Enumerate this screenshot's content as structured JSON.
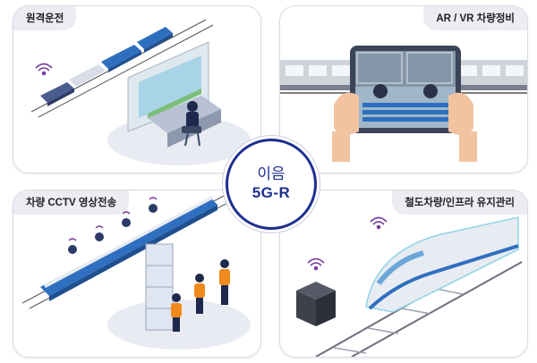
{
  "panels": {
    "remote": {
      "title": "원격운전"
    },
    "arvr": {
      "title": "AR / VR 차량정비"
    },
    "cctv": {
      "title": "차량 CCTV 영상전송"
    },
    "infra": {
      "title": "철도차량/인프라 유지관리"
    }
  },
  "center": {
    "line1": "이음",
    "line2": "5G-R"
  },
  "colors": {
    "accent": "#1d2f8f",
    "train_blue": "#2f6fbf",
    "vest_orange": "#f08a1c",
    "floor_gray": "#e9ebf2"
  },
  "icons": [
    "wifi-icon",
    "train-icon",
    "control-console-icon",
    "tablet-icon",
    "camera-icon",
    "server-box-icon"
  ]
}
